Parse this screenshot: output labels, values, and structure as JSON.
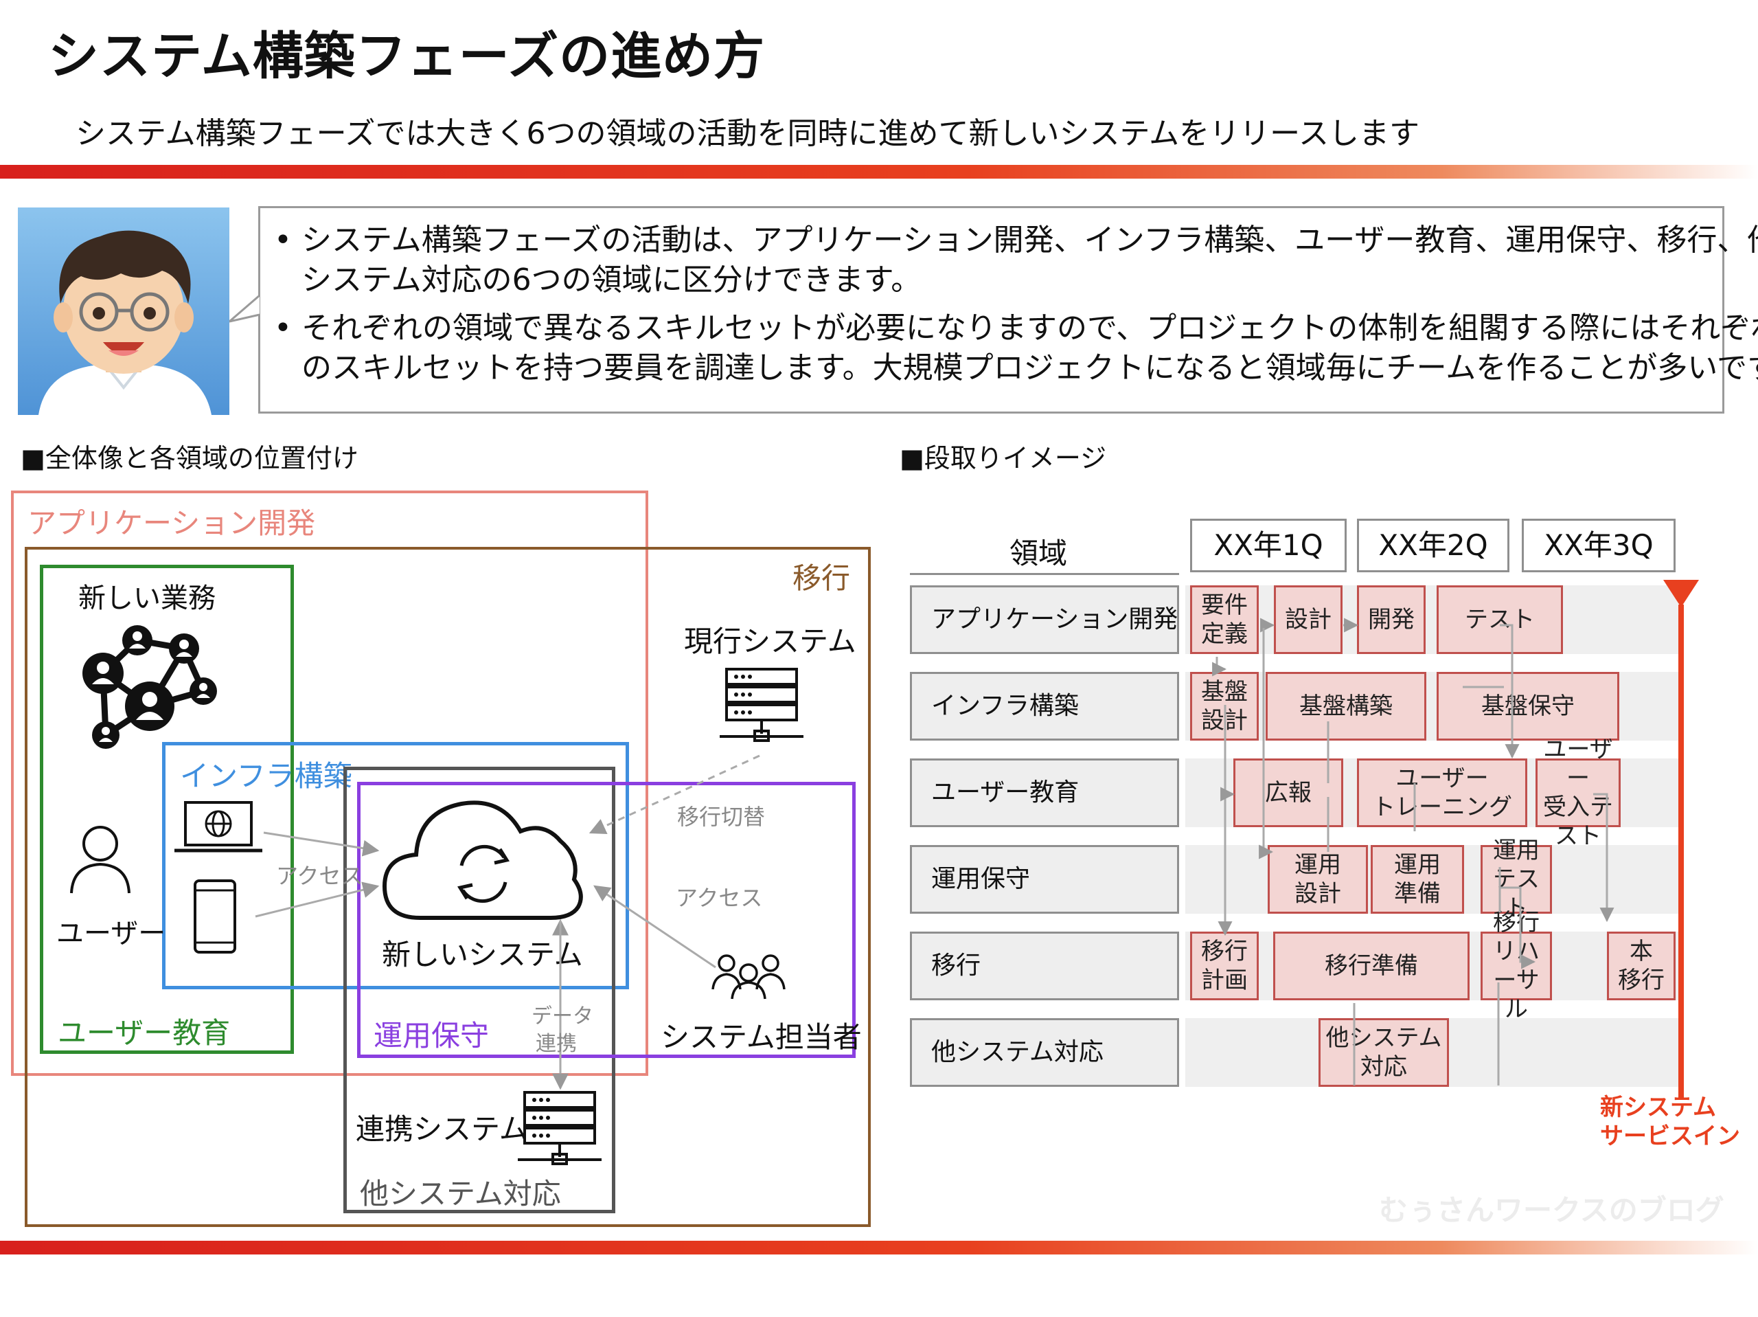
{
  "title": "システム構築フェーズの進め方",
  "subtitle": "システム構築フェーズでは大きく6つの領域の活動を同時に進めて新しいシステムをリリースします",
  "avatar": {
    "icon": "person-avatar-icon"
  },
  "bullets": [
    {
      "marker": "•",
      "line1": "システム構築フェーズの活動は、アプリケーション開発、インフラ構築、ユーザー教育、運用保守、移行、他",
      "line2": "システム対応の6つの領域に区分けできます。"
    },
    {
      "marker": "•",
      "line1": "それぞれの領域で異なるスキルセットが必要になりますので、プロジェクトの体制を組閣する際にはそれぞれ",
      "line2": "のスキルセットを持つ要員を調達します。大規模プロジェクトになると領域毎にチームを作ることが多いです。"
    }
  ],
  "left_section": {
    "heading": "■全体像と各領域の位置付け",
    "areas": {
      "app": "アプリケーション開発",
      "migration": "移行",
      "new_business": "新しい業務",
      "infra": "インフラ構築",
      "user_education": "ユーザー教育",
      "operations": "運用保守",
      "other_systems": "他システム対応"
    },
    "nodes": {
      "current_system": "現行システム",
      "user": "ユーザー",
      "new_system": "新しいシステム",
      "system_staff": "システム担当者",
      "linked_system": "連携システム"
    },
    "edges": {
      "access_user": "アクセス",
      "access_staff": "アクセス",
      "switchover": "移行切替",
      "data_link_1": "データ",
      "data_link_2": "連携"
    },
    "colors": {
      "app": "#e8867c",
      "migration": "#8a5a2b",
      "new_business": "#2e8b2e",
      "infra": "#3f8fdf",
      "operations": "#8a3fe0",
      "other": "#555555"
    }
  },
  "right_section": {
    "heading": "■段取りイメージ",
    "header_label": "領域",
    "quarters": [
      "XX年1Q",
      "XX年2Q",
      "XX年3Q"
    ],
    "rows": [
      "アプリケーション開発",
      "インフラ構築",
      "ユーザー教育",
      "運用保守",
      "移行",
      "他システム対応"
    ],
    "tasks": [
      {
        "row": 0,
        "text": "要件\n定義"
      },
      {
        "row": 0,
        "text": "設計"
      },
      {
        "row": 0,
        "text": "開発"
      },
      {
        "row": 0,
        "text": "テスト"
      },
      {
        "row": 1,
        "text": "基盤\n設計"
      },
      {
        "row": 1,
        "text": "基盤構築"
      },
      {
        "row": 1,
        "text": "基盤保守"
      },
      {
        "row": 2,
        "text": "広報"
      },
      {
        "row": 2,
        "text": "ユーザー\nトレーニング"
      },
      {
        "row": 2,
        "text": "ユーザー\n受入テスト"
      },
      {
        "row": 3,
        "text": "運用\n設計"
      },
      {
        "row": 3,
        "text": "運用\n準備"
      },
      {
        "row": 3,
        "text": "運用\nテスト"
      },
      {
        "row": 4,
        "text": "移行\n計画"
      },
      {
        "row": 4,
        "text": "移行準備"
      },
      {
        "row": 4,
        "text": "移行\nリハーサル"
      },
      {
        "row": 4,
        "text": "本\n移行"
      },
      {
        "row": 5,
        "text": "他システム\n対応"
      }
    ],
    "milestone_line1": "新システム",
    "milestone_line2": "サービスイン",
    "milestone_color": "#e8401f",
    "task_fill": "#f3d5d3",
    "task_border": "#c0504d"
  },
  "watermark": "むぅさんワークスのブログ"
}
